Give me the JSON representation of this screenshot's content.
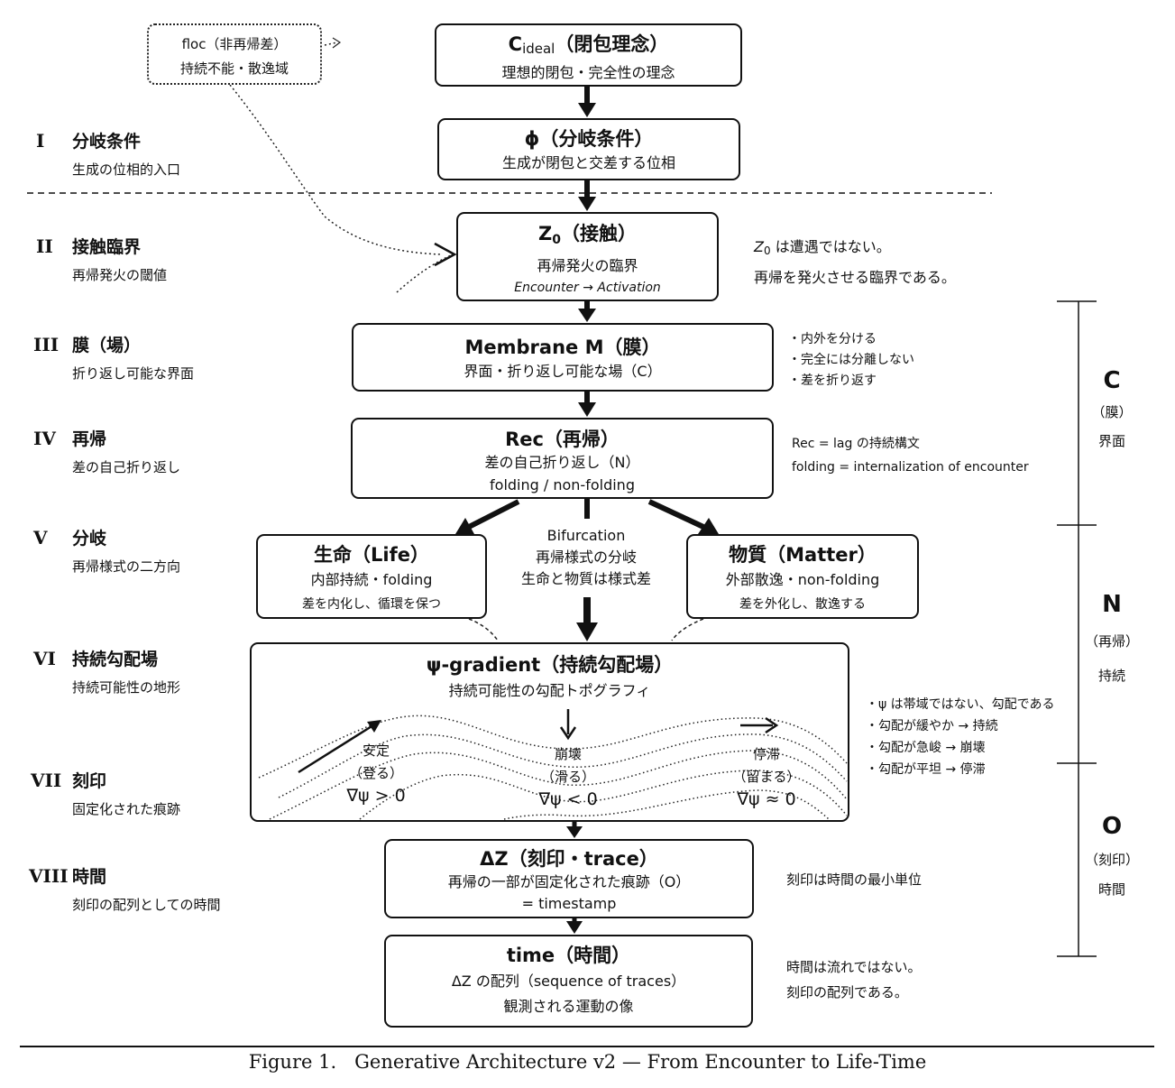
{
  "top_note": {
    "line1": "floc（非再帰差）",
    "line2": "持続不能・散逸域"
  },
  "boxes": {
    "cideal": {
      "title_main": "C",
      "title_sub": "ideal",
      "title_rest": "（閉包理念）",
      "line1": "理想的閉包・完全性の理念"
    },
    "phi": {
      "title": "ϕ（分岐条件）",
      "line1": "生成が閉包と交差する位相"
    },
    "z0": {
      "title_main": "Z",
      "title_sub": "0",
      "title_rest": "（接触）",
      "line1": "再帰発火の臨界",
      "line2": "Encounter → Activation"
    },
    "membrane": {
      "title": "Membrane M（膜）",
      "line1": "界面・折り返し可能な場（C）"
    },
    "rec": {
      "title": "Rec（再帰）",
      "line1": "差の自己折り返し（N）",
      "line2": "folding / non-folding"
    },
    "life": {
      "title": "生命（Life）",
      "line1": "内部持続・folding",
      "line2": "差を内化し、循環を保つ"
    },
    "matter": {
      "title": "物質（Matter）",
      "line1": "外部散逸・non-folding",
      "line2": "差を外化し、散逸する"
    },
    "psi": {
      "title": "ψ-gradient（持続勾配場）",
      "line1": "持続可能性の勾配トポグラフィ"
    },
    "dz": {
      "title": "ΔZ（刻印・trace）",
      "line1": "再帰の一部が固定化された痕跡（O）",
      "line2": "= timestamp"
    },
    "time": {
      "title": "time（時間）",
      "line1": "ΔZ の配列（sequence of traces）",
      "line2": "観測される運動の像"
    }
  },
  "bifurcation": {
    "line1": "Bifurcation",
    "line2": "再帰様式の分岐",
    "line3": "生命と物質は様式差"
  },
  "psi_regions": [
    {
      "label": "安定",
      "paren": "（登る）",
      "formula": "∇ψ > 0"
    },
    {
      "label": "崩壊",
      "paren": "（滑る）",
      "formula": "∇ψ < 0"
    },
    {
      "label": "停滞",
      "paren": "（留まる）",
      "formula": "∇ψ ≈ 0"
    }
  ],
  "left_labels": [
    {
      "num": "I",
      "title": "分岐条件",
      "sub": "生成の位相的入口"
    },
    {
      "num": "II",
      "title": "接触臨界",
      "sub": "再帰発火の閾値"
    },
    {
      "num": "III",
      "title": "膜（場）",
      "sub": "折り返し可能な界面"
    },
    {
      "num": "IV",
      "title": "再帰",
      "sub": "差の自己折り返し"
    },
    {
      "num": "V",
      "title": "分岐",
      "sub": "再帰様式の二方向"
    },
    {
      "num": "VI",
      "title": "持続勾配場",
      "sub": "持続可能性の地形"
    },
    {
      "num": "VII",
      "title": "刻印",
      "sub": "固定化された痕跡"
    },
    {
      "num": "VIII",
      "title": "時間",
      "sub": "刻印の配列としての時間"
    }
  ],
  "notes": {
    "z0_main": "Z",
    "z0_sub": "0",
    "z0_rest": " は遭遇ではない。",
    "z0_line2": "再帰を発火させる臨界である。",
    "membrane": [
      "・内外を分ける",
      "・完全には分離しない",
      "・差を折り返す"
    ],
    "rec": [
      "Rec = lag の持続構文",
      "folding = internalization of encounter"
    ],
    "psi": [
      "・ψ は帯域ではない、勾配である",
      "・勾配が緩やか → 持続",
      "・勾配が急峻 → 崩壊",
      "・勾配が平坦 → 停滞"
    ],
    "dz": "刻印は時間の最小単位",
    "time": [
      "時間は流れではない。",
      "刻印の配列である。"
    ]
  },
  "side_groups": [
    {
      "letter": "C",
      "paren": "（膜）",
      "word": "界面"
    },
    {
      "letter": "N",
      "paren": "（再帰）",
      "word": "持続"
    },
    {
      "letter": "O",
      "paren": "（刻印）",
      "word": "時間"
    }
  ],
  "caption": "Figure 1.   Generative Architecture v2 — From Encounter to Life-Time"
}
